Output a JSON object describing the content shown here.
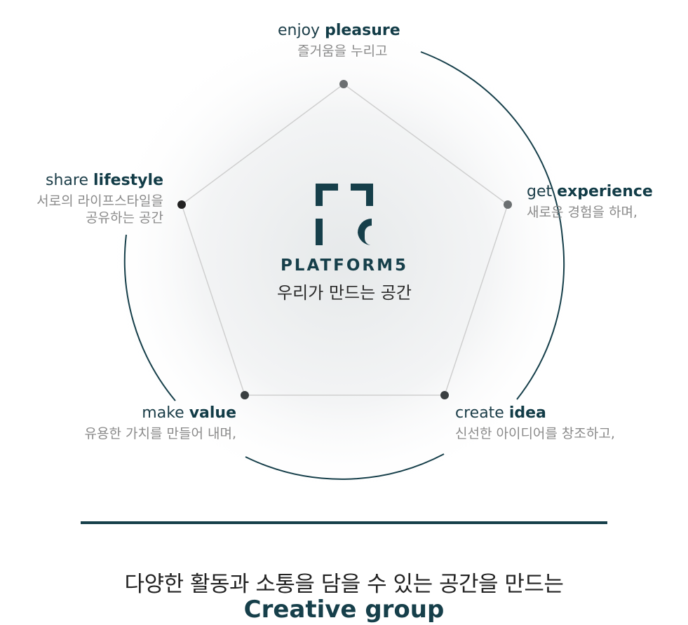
{
  "brand": {
    "name": "PLATFORM5",
    "tagline": "우리가 만드는 공간",
    "color": "#163f4a"
  },
  "nodes": [
    {
      "id": "pleasure",
      "en_prefix": "enjoy",
      "en_keyword": "pleasure",
      "ko": "즐거움을 누리고"
    },
    {
      "id": "experience",
      "en_prefix": "get",
      "en_keyword": "experience",
      "ko": "새로운 경험을 하며,"
    },
    {
      "id": "idea",
      "en_prefix": "create",
      "en_keyword": "idea",
      "ko": "신선한 아이디어를 창조하고,"
    },
    {
      "id": "value",
      "en_prefix": "make",
      "en_keyword": "value",
      "ko": "유용한 가치를 만들어 내며,"
    },
    {
      "id": "lifestyle",
      "en_prefix": "share",
      "en_keyword": "lifestyle",
      "ko_line1": "서로의 라이프스타일을",
      "ko_line2": "공유하는 공간"
    }
  ],
  "footer": {
    "line1": "다양한 활동과 소통을 담을 수 있는 공간을 만드는",
    "line2": "Creative group"
  },
  "colors": {
    "accent": "#163f4a",
    "ring": "#163f4a",
    "pentagon": "#cfcfcf",
    "dot": "#5f6466",
    "ko_text": "#8a8a8a"
  }
}
